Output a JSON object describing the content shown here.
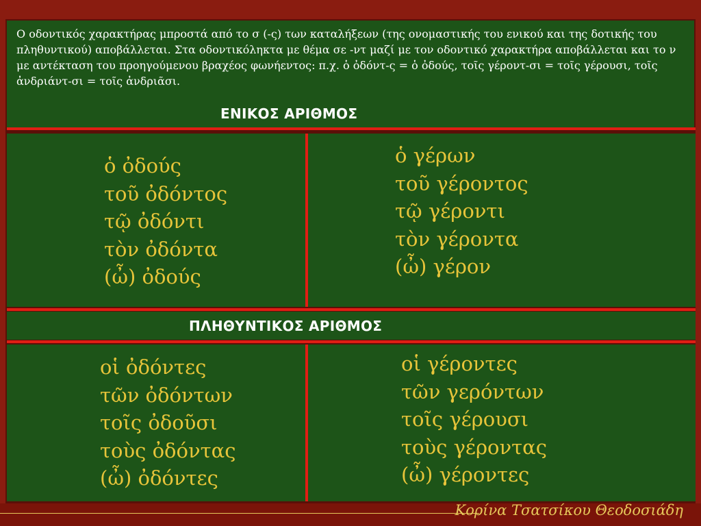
{
  "intro": "Ο οδοντικός χαρακτήρας μπροστά από το σ (-ς) των καταλήξεων (της ονομαστικής του ενικού και της δοτικής του πληθυντικού) αποβάλλεται. Στα οδοντικόληκτα με θέμα σε -ντ μαζί με τον οδοντικό χαρακτήρα αποβάλλεται και το ν με αντέκταση του προηγούμενου βραχέος φωνήεντος: π.χ. ὁ ὀδόντ-ς = ὁ ὀδούς, τοῖς γέροντ-σι = τοῖς γέρουσι, τοῖς ἀνδριάντ-σι = τοῖς ἀνδριᾶσι.",
  "singular": {
    "heading": "ΕΝΙΚΟΣ ΑΡΙΘΜΟΣ",
    "left": [
      "ὁ ὀδούς",
      "τοῦ ὀδόντος",
      "τῷ ὀδόντι",
      "τὸν ὀδόντα",
      "(ὦ) ὀδούς"
    ],
    "right": [
      "ὁ γέρων",
      "τοῦ γέροντος",
      "τῷ γέροντι",
      "τὸν γέροντα",
      "(ὦ) γέρον"
    ]
  },
  "plural": {
    "heading": "ΠΛΗΘΥΝΤΙΚΟΣ ΑΡΙΘΜΟΣ",
    "left": [
      "οἱ ὀδόντες",
      "τῶν ὀδόντων",
      "τοῖς ὀδοῦσι",
      "τοὺς ὀδόντας",
      "(ὦ) ὀδόντες"
    ],
    "right": [
      "οἱ γέροντες",
      "τῶν γερόντων",
      "τοῖς γέρουσι",
      "τοὺς γέροντας",
      "(ὦ) γέροντες"
    ]
  },
  "signature": "Κορίνα Τσατσίκου Θεοδοσιάδη",
  "colors": {
    "background": "#8a1c10",
    "board": "#1d5418",
    "divider": "#e01e14",
    "forms": "#e7c43a",
    "text": "#ffffff"
  }
}
